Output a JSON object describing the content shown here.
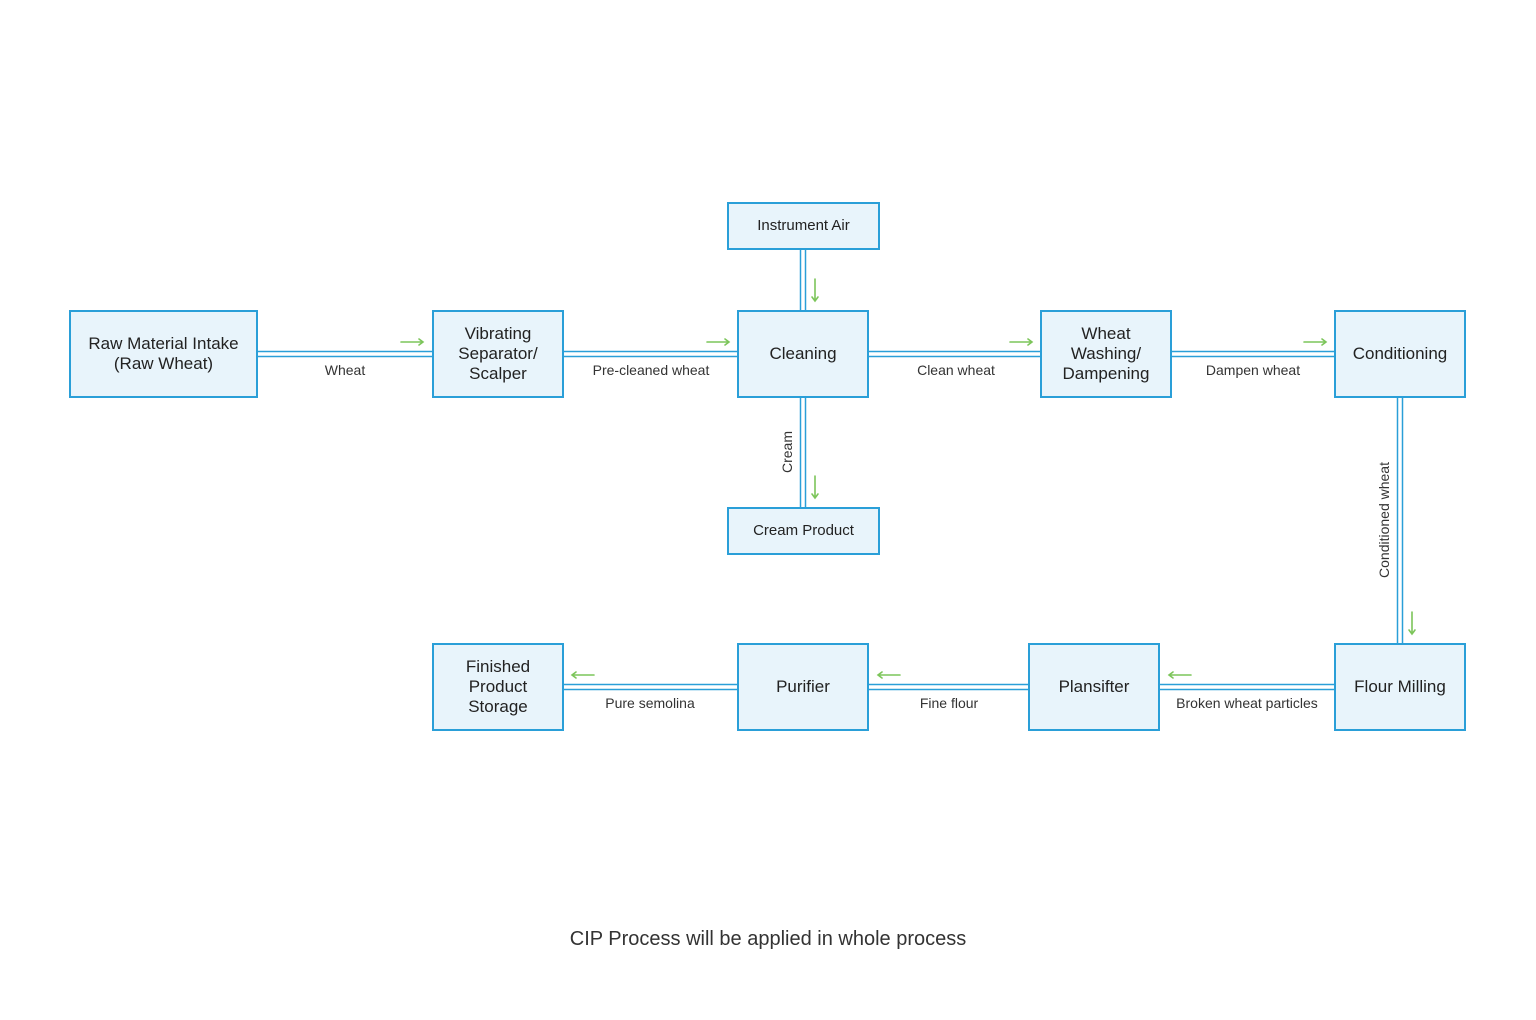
{
  "colors": {
    "node_border": "#2a9fd8",
    "node_fill": "#e8f4fb",
    "connector": "#2a9fd8",
    "flow_arrow": "#7cc55a"
  },
  "nodes": {
    "raw_material_intake": [
      "Raw Material Intake",
      "(Raw Wheat)"
    ],
    "vibrating_separator": [
      "Vibrating",
      "Separator/",
      "Scalper"
    ],
    "cleaning": [
      "Cleaning"
    ],
    "instrument_air": [
      "Instrument Air"
    ],
    "cream_product": [
      "Cream Product"
    ],
    "wheat_washing": [
      "Wheat",
      "Washing/",
      "Dampening"
    ],
    "conditioning": [
      "Conditioning"
    ],
    "flour_milling": [
      "Flour Milling"
    ],
    "plansifter": [
      "Plansifter"
    ],
    "purifier": [
      "Purifier"
    ],
    "finished_storage": [
      "Finished",
      "Product",
      "Storage"
    ]
  },
  "edges": {
    "wheat": "Wheat",
    "pre_cleaned": "Pre-cleaned wheat",
    "clean_wheat": "Clean wheat",
    "dampen_wheat": "Dampen wheat",
    "cream": "Cream",
    "conditioned_wheat": "Conditioned wheat",
    "broken_particles": "Broken wheat particles",
    "fine_flour": "Fine flour",
    "pure_semolina": "Pure semolina"
  },
  "footer": "CIP Process will be applied in whole process"
}
